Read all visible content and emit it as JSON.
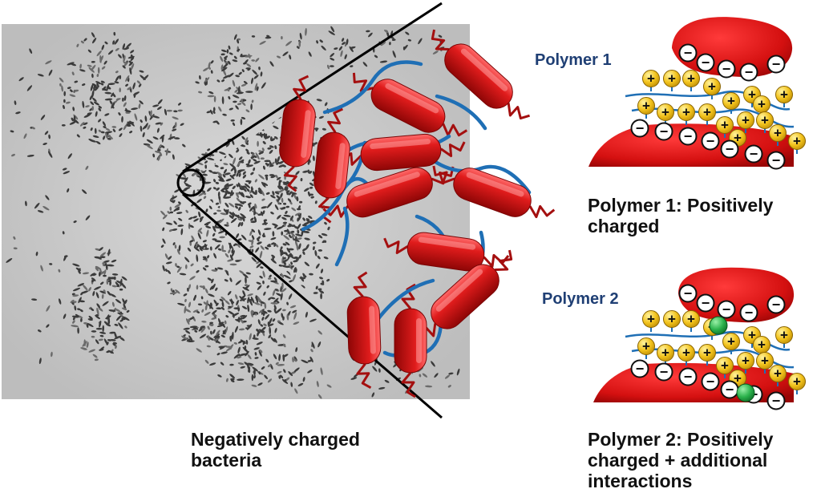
{
  "labels": {
    "polymer1_title": "Polymer 1",
    "polymer2_title": "Polymer 2",
    "polymer1_caption_line1": "Polymer 1: Positively",
    "polymer1_caption_line2": "charged",
    "polymer2_caption_line1": "Polymer 2: Positively",
    "polymer2_caption_line2": "charged + additional",
    "polymer2_caption_line3": "interactions",
    "bacteria_caption_line1": "Negatively charged",
    "bacteria_caption_line2": "bacteria"
  },
  "symbols": {
    "positive": "+",
    "negative": "−"
  },
  "colors": {
    "bacteria_red": "#d71a1a",
    "polymer_blue": "#1f6fb5",
    "positive_charge": "#f2c21b",
    "additional_interaction": "#2bb24c",
    "title_blue": "#1f3f74"
  }
}
